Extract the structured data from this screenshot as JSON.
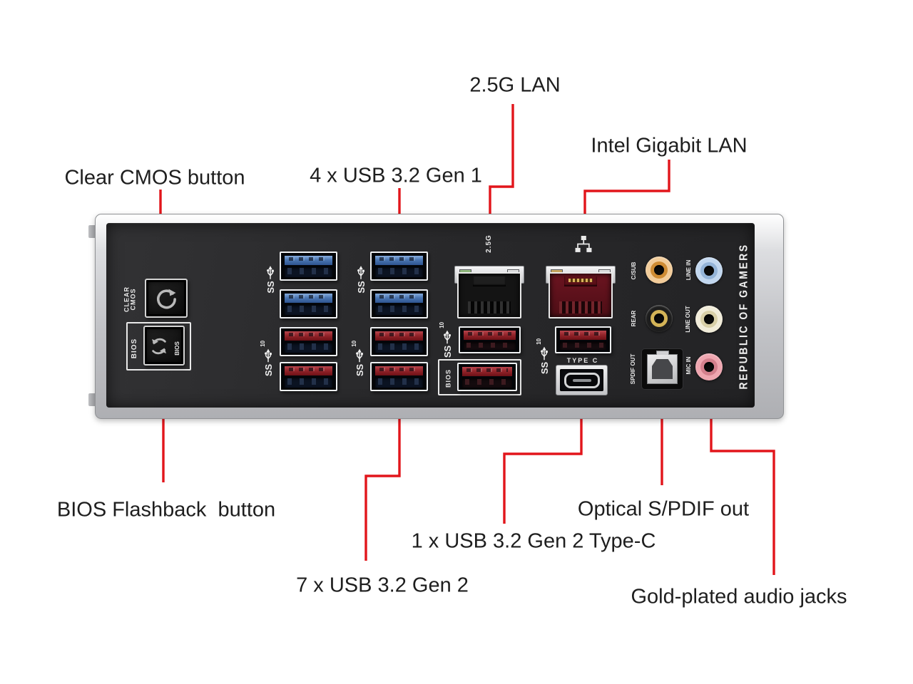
{
  "callouts": [
    {
      "id": "clear-cmos",
      "label": "Clear CMOS button"
    },
    {
      "id": "usb-gen1",
      "label": "4 x USB 3.2 Gen 1"
    },
    {
      "id": "lan-25g",
      "label": "2.5G LAN"
    },
    {
      "id": "intel-lan",
      "label": "Intel Gigabit LAN"
    },
    {
      "id": "bios-flashback",
      "label": "BIOS Flashback  button"
    },
    {
      "id": "usb-gen2",
      "label": "7 x USB 3.2 Gen 2"
    },
    {
      "id": "usb-typec",
      "label": "1 x USB 3.2 Gen 2 Type-C"
    },
    {
      "id": "spdif",
      "label": "Optical S/PDIF out"
    },
    {
      "id": "audio",
      "label": "Gold-plated audio jacks"
    }
  ],
  "panel": {
    "clear_cmos": {
      "line1": "CLEAR",
      "line2": "CMOS"
    },
    "bios": {
      "outer_label": "BIOS",
      "button_label": "BIOS"
    },
    "usb": {
      "ss_label": "SS",
      "gen2_sup": "10"
    },
    "lan": {
      "label_25g": "2.5G"
    },
    "type_c_label": "TYPE C",
    "bios_port_label": "BIOS",
    "audio": {
      "c_sub": "C/SUB",
      "line_in": "LINE IN",
      "rear": "REAR",
      "line_out": "LINE OUT",
      "spdif_out": "SPDIF OUT",
      "mic_in": "MIC IN"
    },
    "rog_text": "REPUBLIC OF GAMERS"
  },
  "colors": {
    "callout_red": "#e2151b",
    "panel_black": "#29292b",
    "frame_silver": "#c2c3c7",
    "usb_gen1_blue": "#4a76b2",
    "usb_gen2_red": "#94252b",
    "lan_red_body": "#5d1019",
    "led_green": "#7fae6d",
    "jack_c_sub": "#f2cc9a",
    "jack_line_in": "#c2d7ef",
    "jack_rear_ring": "#d4b457",
    "jack_line_out": "#f1ecd9",
    "jack_mic_in": "#efa6b0",
    "label_text": "#1e1e1e"
  }
}
